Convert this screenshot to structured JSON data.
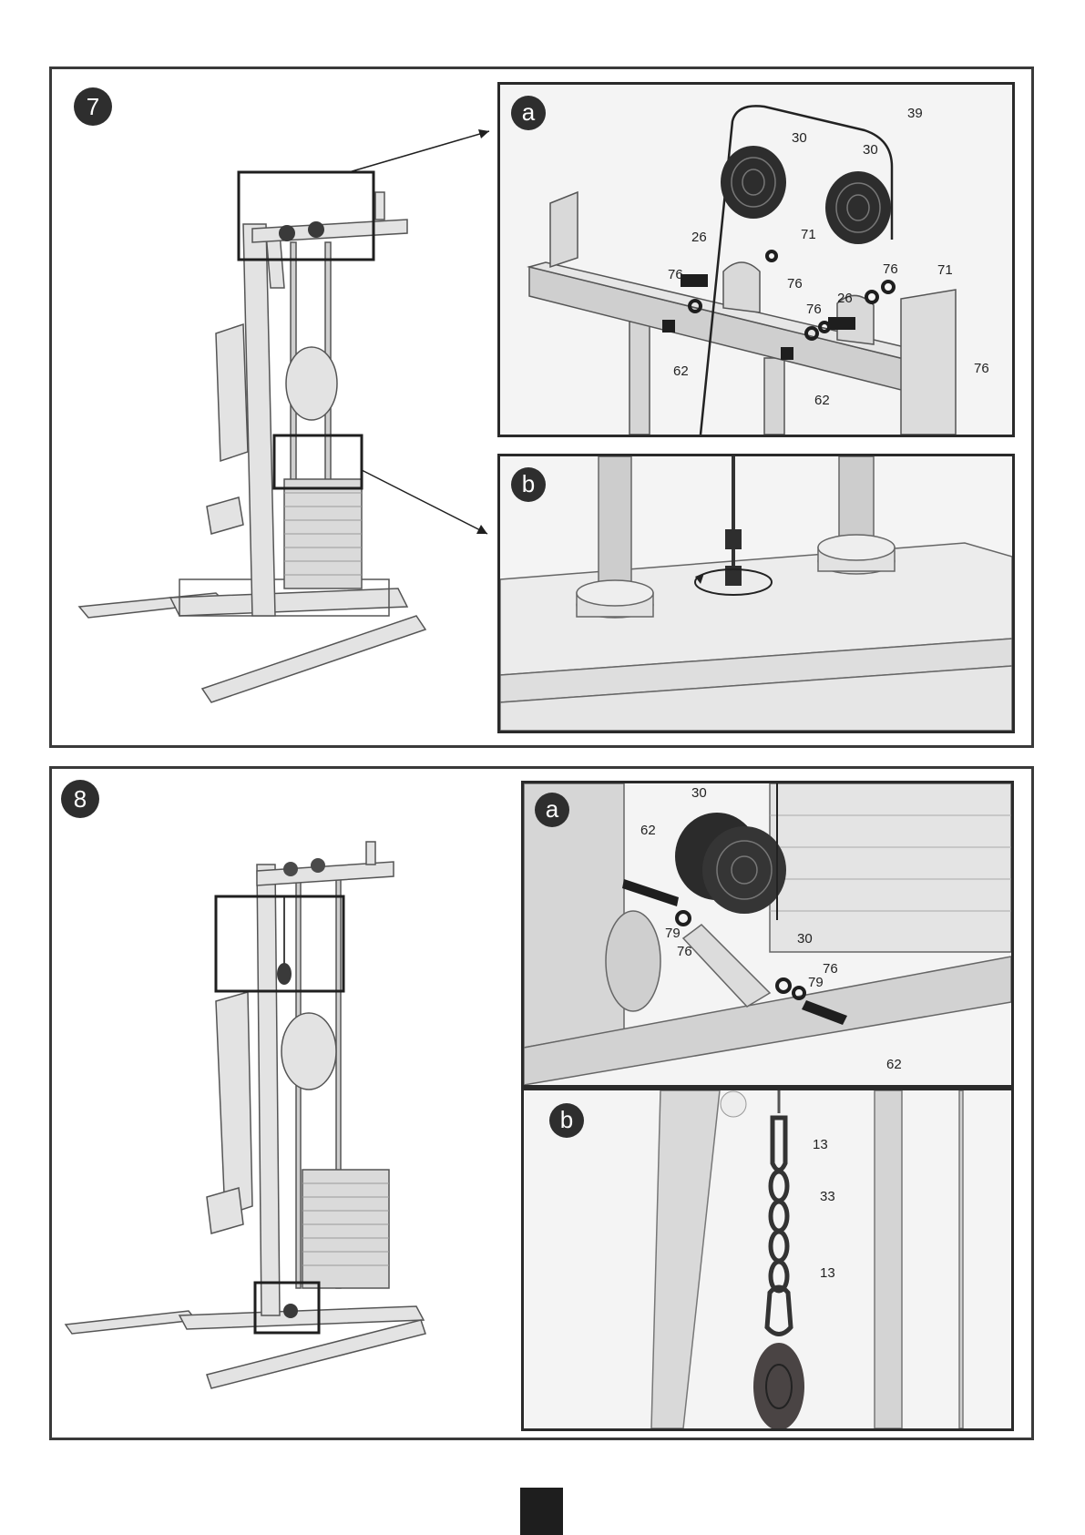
{
  "steps": [
    {
      "number": "7",
      "insets": [
        {
          "letter": "a",
          "labels": [
            "39",
            "30",
            "30",
            "26",
            "71",
            "76",
            "76",
            "71",
            "76",
            "26",
            "76",
            "76",
            "62",
            "62"
          ]
        },
        {
          "letter": "b",
          "labels": []
        }
      ]
    },
    {
      "number": "8",
      "insets": [
        {
          "letter": "a",
          "labels": [
            "30",
            "62",
            "79",
            "76",
            "30",
            "76",
            "79",
            "62"
          ]
        },
        {
          "letter": "b",
          "labels": [
            "13",
            "33",
            "13"
          ]
        }
      ]
    }
  ],
  "footer": {
    "small_text": ""
  },
  "colors": {
    "frame": "#2a2a2a",
    "part_dark": "#2d2d2d",
    "metal_light": "#d8d8d8"
  }
}
